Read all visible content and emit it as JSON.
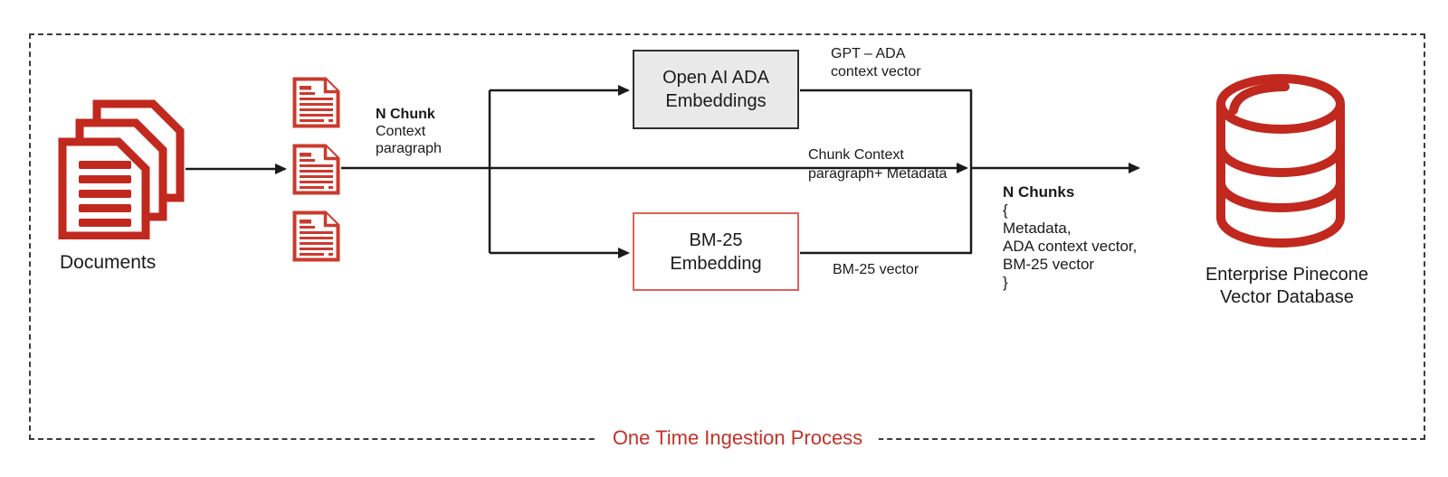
{
  "title": "One Time Ingestion Process",
  "colors": {
    "brand_red": "#C1281E",
    "doc_red": "#CB3A2E",
    "bm25_border": "#DF615B",
    "title_red": "#C1332A",
    "line_black": "#1A1A1A",
    "box_gray": "#E9E9E9",
    "box_border": "#2E2E2E",
    "frame_dash": "#3C3C3C"
  },
  "documents": {
    "label": "Documents",
    "icon": "document-stack-icon",
    "chunk_icon": "document-icon"
  },
  "chunk_label": {
    "line1": "N Chunk",
    "line2": "Context",
    "line3": "paragraph"
  },
  "ada_box": {
    "line1": "Open AI ADA",
    "line2": "Embeddings"
  },
  "bm25_box": {
    "line1": "BM-25",
    "line2": "Embedding"
  },
  "edge_labels": {
    "gpt_ada": {
      "line1": "GPT – ADA",
      "line2": "context vector"
    },
    "chunk_context": {
      "line1": "Chunk Context",
      "line2": "paragraph+ Metadata"
    },
    "bm25_vector": "BM-25 vector"
  },
  "n_chunks": {
    "title": "N Chunks",
    "lines": [
      "{",
      "Metadata,",
      "ADA context vector,",
      "BM-25 vector",
      "}"
    ]
  },
  "database": {
    "line1": "Enterprise Pinecone",
    "line2": "Vector Database",
    "icon": "database-cylinder-icon"
  }
}
